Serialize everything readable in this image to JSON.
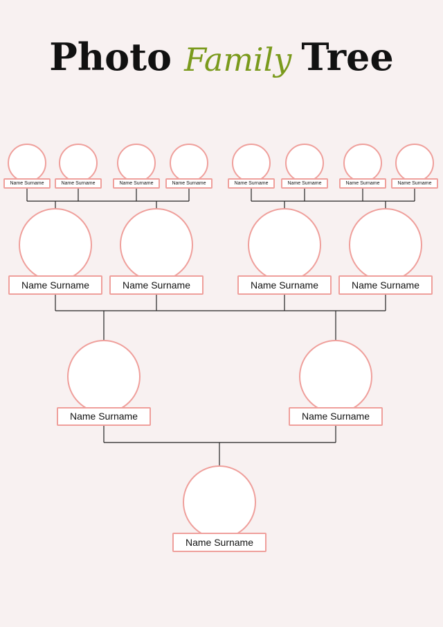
{
  "title": {
    "part1": "Photo",
    "part2": "Family",
    "part3": "Tree"
  },
  "colors": {
    "background": "#f8f1f1",
    "border": "#ef9f9b",
    "title_accent": "#7a9a1c",
    "connector": "#222222"
  },
  "generations": [
    {
      "level": "great-grandparents",
      "members": [
        {
          "name": "Name Surname"
        },
        {
          "name": "Name Surname"
        },
        {
          "name": "Name Surname"
        },
        {
          "name": "Name Surname"
        },
        {
          "name": "Name Surname"
        },
        {
          "name": "Name Surname"
        },
        {
          "name": "Name Surname"
        },
        {
          "name": "Name Surname"
        }
      ]
    },
    {
      "level": "grandparents",
      "members": [
        {
          "name": "Name Surname"
        },
        {
          "name": "Name Surname"
        },
        {
          "name": "Name Surname"
        },
        {
          "name": "Name Surname"
        }
      ]
    },
    {
      "level": "parents",
      "members": [
        {
          "name": "Name Surname"
        },
        {
          "name": "Name Surname"
        }
      ]
    },
    {
      "level": "child",
      "members": [
        {
          "name": "Name Surname"
        }
      ]
    }
  ]
}
